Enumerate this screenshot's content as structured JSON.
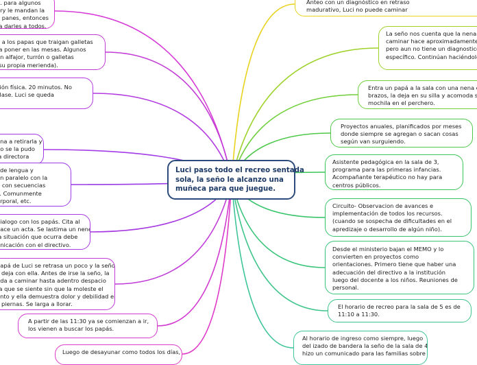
{
  "diagram": {
    "center_topic": {
      "lines": [
        "Luci paso todo el recreo sentada",
        "sola, la seño le alcanzo una",
        "muñeca para que juegue."
      ]
    },
    "left_topics": [
      {
        "color": "#d63ad6",
        "lines": [
          "... para algunos",
          "ory le mandan la",
          "o panes, entonces",
          "ra darles a todos."
        ]
      },
      {
        "color": "#c23ad6",
        "lines": [
          "e a los papas que traigan galletas",
          "ra poner en las mesas. Algunos",
          "an alfajor, turrón o galletas",
          "(su propia merienda)."
        ]
      },
      {
        "color": "#b23ae0",
        "lines": [
          "ción física. 20 minutos. No",
          "clase. Luci se queda"
        ]
      },
      {
        "color": "#a23ae6",
        "lines": [
          "ena a retirarla y",
          "no se la pudo",
          "la directora"
        ]
      },
      {
        "color": "#9a3ae6",
        "lines": [
          "l de lengua y",
          "en paralelo con la",
          "n con secuencias",
          "s. Comunmente",
          "orporal, etc."
        ]
      },
      {
        "color": "#a73ae0",
        "lines": [
          "dialogo con los papás. Cita al",
          "hace un acta. Se lastima un nene",
          "la situación que ocurra debe",
          "unicación con el directivo."
        ]
      },
      {
        "color": "#c03ad8",
        "lines": [
          "papá de Luci se retrasa un poco y la seño",
          "s deja con ella. Antes de irse la seño, la",
          "uda a caminar hasta adentro despacio",
          "ra que se siente sin que la moleste el",
          "ento y ella demuestra dolor y debilidad en",
          "s piernas. Se larga a llorar."
        ]
      },
      {
        "color": "#d23ad0",
        "lines": [
          "A partir de las 11:30 ya se comienzan a ir,",
          "los vienen a buscar los papás."
        ]
      },
      {
        "color": "#e03ac8",
        "lines": [
          "Luego de desayunar como todos los días,"
        ]
      }
    ],
    "right_topics": [
      {
        "color": "#e8d21c",
        "lines": [
          "Anteo con un diagnóstico en retraso",
          "madurativo, Luci no puede caminar"
        ]
      },
      {
        "color": "#9ed22a",
        "lines": [
          "La seño nos cuenta que la nena n",
          "caminar hace aproximadamente",
          "pero aun no tiene un diagnostico",
          "específico. Continúan haciéndole"
        ]
      },
      {
        "color": "#6fcf3a",
        "lines": [
          "Entra un papá a la sala con una nena er",
          "brazos, la deja en su silla y acomoda su",
          "mochila en el perchero."
        ]
      },
      {
        "color": "#4fc84a",
        "lines": [
          "Proyectos anuales, planificados por meses",
          "donde siempre se agregan o sacan cosas",
          "según van surguiendo."
        ]
      },
      {
        "color": "#3cc65a",
        "lines": [
          "Asistente pedagógica en la sala de 3,",
          "programa para las primeras infancias.",
          "Acompañante terapéutico no hay para",
          "centros públicos."
        ]
      },
      {
        "color": "#36c46a",
        "lines": [
          "Circuito- Observacion de avances e",
          "implementación de todos los recursos.",
          "(cuando se sospecha de dificultades en el",
          "apredizaje o desarrollo de algún niño)."
        ]
      },
      {
        "color": "#3ac47a",
        "lines": [
          "Desde el ministerio bajan el MEMO y lo",
          "convierten en proyectos como",
          "orientaciones. Primero tiene que haber una",
          "adecuación del directivo a la institución",
          "luego del docente a los niños. Reuniones de",
          "personal."
        ]
      },
      {
        "color": "#3ec48a",
        "lines": [
          "El horario de recreo para la sala de 5 es de",
          "11:10 a 11:30."
        ]
      },
      {
        "color": "#3ec49a",
        "lines": [
          "Al horario de ingreso como siempre, luego",
          "del izado de bandera la seño de la sala de 4",
          "hizo un comunicado para las familias sobre"
        ]
      }
    ]
  }
}
